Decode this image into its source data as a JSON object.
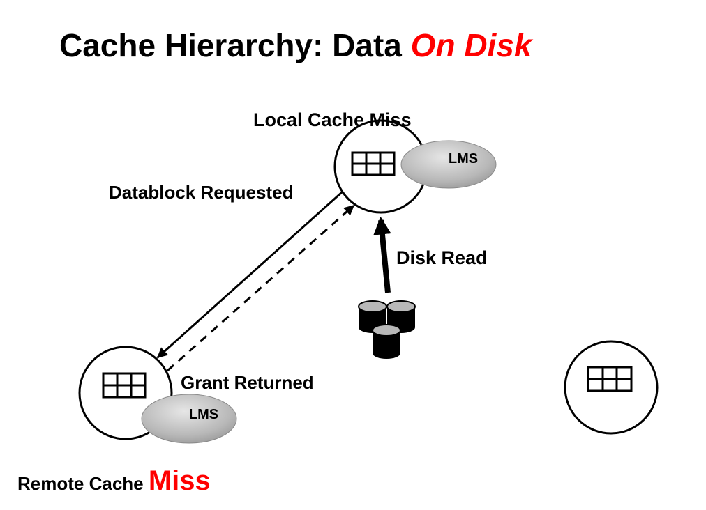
{
  "title": {
    "prefix": "Cache Hierarchy: Data ",
    "accent": "On Disk",
    "accent_color": "#ff0000"
  },
  "labels": {
    "local_cache_miss": "Local Cache Miss",
    "datablock_requested": "Datablock Requested",
    "disk_read": "Disk Read",
    "grant_returned": "Grant Returned",
    "remote_cache_prefix": "Remote Cache ",
    "remote_cache_accent": "Miss"
  },
  "nodes": {
    "local": {
      "lms_label": "LMS"
    },
    "remote": {
      "lms_label": "LMS"
    },
    "third": {}
  },
  "icons": {
    "cache_block": "buffer-grid-icon",
    "lms_process": "lms-ellipse",
    "disk": "disk-cylinder-icon"
  },
  "colors": {
    "accent": "#ff0000",
    "lms_fill": "#b8b8b8",
    "line": "#000000"
  }
}
